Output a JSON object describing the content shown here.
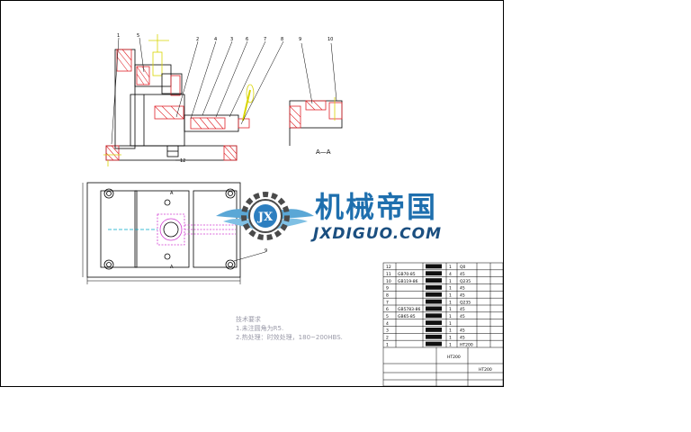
{
  "watermark": {
    "logo_letters": "JX",
    "cn": "机械帝国",
    "en": "JXDIGUO.COM",
    "colors": {
      "cn": "#1e6fae",
      "en": "#1b4f80",
      "wing": "#5aa7d6",
      "gear": "#4a4a4a"
    }
  },
  "callouts": [
    "1",
    "5",
    "2",
    "4",
    "3",
    "6",
    "7",
    "8",
    "9",
    "10",
    "12",
    "9"
  ],
  "section_label": "A—A",
  "view_marks": [
    "A",
    "A"
  ],
  "notes": {
    "title": "技术要求",
    "lines": [
      "1.未注圆角为R5.",
      "2.热处理：时效处理，180~200HBS."
    ]
  },
  "bom": {
    "rows": [
      {
        "no": "12",
        "qty": "1",
        "mat": "Q0"
      },
      {
        "no": "11",
        "code": "GB70-85",
        "qty": "4",
        "mat": "45"
      },
      {
        "no": "10",
        "code": "GB119-86",
        "qty": "1",
        "mat": "Q235"
      },
      {
        "no": "9",
        "qty": "1",
        "mat": "45"
      },
      {
        "no": "8",
        "qty": "1",
        "mat": "45"
      },
      {
        "no": "7",
        "qty": "1",
        "mat": "Q235"
      },
      {
        "no": "6",
        "code": "GB5783-86",
        "qty": "1",
        "mat": "45"
      },
      {
        "no": "5",
        "code": "GB65-85",
        "qty": "1",
        "mat": "45"
      },
      {
        "no": "4",
        "qty": "1",
        "mat": ""
      },
      {
        "no": "3",
        "qty": "1",
        "mat": "45"
      },
      {
        "no": "2",
        "qty": "1",
        "mat": "45"
      },
      {
        "no": "1",
        "qty": "1",
        "mat": "HT200"
      }
    ],
    "material_left": "HT200",
    "material_right": "HT200"
  },
  "colors": {
    "line": "#000000",
    "red": "#e0242a",
    "magenta": "#d23cd2",
    "yellow": "#d8d400",
    "cyan": "#00a8c8"
  }
}
